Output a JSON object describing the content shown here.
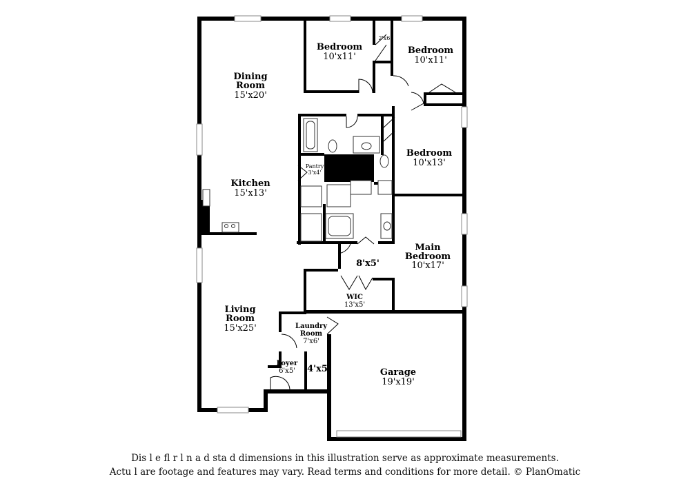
{
  "rooms": {
    "dining": {
      "name": [
        "Dining",
        "Room"
      ],
      "dim": "15'x20'"
    },
    "kitchen": {
      "name": [
        "Kitchen"
      ],
      "dim": "15'x13'"
    },
    "living": {
      "name": [
        "Living",
        "Room"
      ],
      "dim": "15'x25'"
    },
    "bedroom1": {
      "name": [
        "Bedroom"
      ],
      "dim": "10'x11'"
    },
    "bedroom2": {
      "name": [
        "Bedroom"
      ],
      "dim": "10'x11'"
    },
    "bedroom3": {
      "name": [
        "Bedroom"
      ],
      "dim": "10'x13'"
    },
    "main_bedroom": {
      "name": [
        "Main",
        "Bedroom"
      ],
      "dim": "10'x17'"
    },
    "closet": {
      "dim": "2'x6'"
    },
    "pantry": {
      "name": "Pantry",
      "dim": "3'x4'"
    },
    "hall": {
      "dim": "8'x5'"
    },
    "wic": {
      "name": "WIC",
      "dim": "13'x5'"
    },
    "laundry": {
      "name": [
        "Laundry",
        "Room"
      ],
      "dim": "7'x6'"
    },
    "foyer": {
      "name": "Foyer",
      "dim": "6'x5'"
    },
    "storage": {
      "dim": "4'x5'"
    },
    "garage": {
      "name": "Garage",
      "dim": "19'x19'"
    }
  },
  "disclaimer": {
    "line1": "Dis                    l   e fl    r  l  n  a  d  sta    d dimensions in this illustration serve as approximate measurements.",
    "line2": "Actu     l           are footage and features may vary. Read terms and conditions for more detail. © PlanOmatic"
  }
}
